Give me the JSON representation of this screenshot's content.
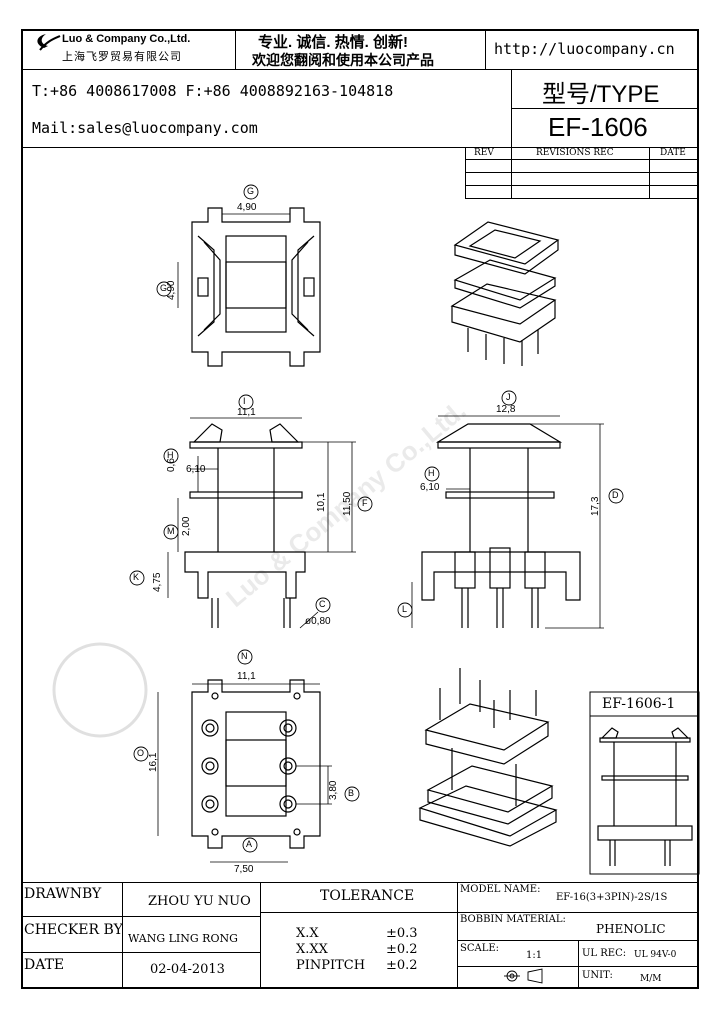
{
  "header": {
    "company_name": "Luo & Company Co.,Ltd.",
    "company_name_cn": "上海飞罗贸易有限公司",
    "slogan_line1": "专业. 诚信. 热情. 创新!",
    "slogan_line2": "欢迎您翻阅和使用本公司产品",
    "website": "http://luocompany.cn",
    "phone": "T:+86 4008617008 F:+86 4008892163-104818",
    "mail": "Mail:sales@luocompany.com",
    "type_label": "型号/TYPE",
    "type_value": "EF-1606"
  },
  "revisions": {
    "col_rev": "REV",
    "col_rec": "REVISIONS REC",
    "col_date": "DATE"
  },
  "dimensions": {
    "G": "4,90",
    "G2": "4,90",
    "I": "11,1",
    "H": "6,10",
    "d06": "0,6",
    "M": "2,00",
    "d101": "10,1",
    "F": "11,50",
    "K": "4,75",
    "C": "ø0,80",
    "J": "12,8",
    "H2": "6,10",
    "D": "17,3",
    "N": "11,1",
    "O": "16,1",
    "B": "3,80",
    "A": "7,50"
  },
  "letters": [
    "G",
    "G",
    "I",
    "H",
    "M",
    "F",
    "K",
    "C",
    "J",
    "H",
    "D",
    "L",
    "N",
    "O",
    "B",
    "A"
  ],
  "variant_label": "EF-1606-1",
  "title_block": {
    "drawnby_label": "DRAWNBY",
    "drawnby_value": "ZHOU YU NUO",
    "checker_label": "CHECKER BY",
    "checker_value": "WANG LING RONG",
    "date_label": "DATE",
    "date_value": "02-04-2013",
    "tolerance_label": "TOLERANCE",
    "tol_xx_label": "X.X",
    "tol_xx_value": "±0.3",
    "tol_xxx_label": "X.XX",
    "tol_xxx_value": "±0.2",
    "tol_pin_label": "PINPITCH",
    "tol_pin_value": "±0.2",
    "model_label": "MODEL NAME:",
    "model_value": "EF-16(3+3PIN)-2S/1S",
    "bobbin_label": "BOBBIN MATERIAL:",
    "bobbin_value": "PHENOLIC",
    "scale_label": "SCALE:",
    "scale_value": "1:1",
    "ul_label": "UL REC:",
    "ul_value": "UL 94V-0",
    "unit_label": "UNIT:",
    "unit_value": "M/M"
  },
  "watermark": "Luo & Company Co.,Ltd."
}
